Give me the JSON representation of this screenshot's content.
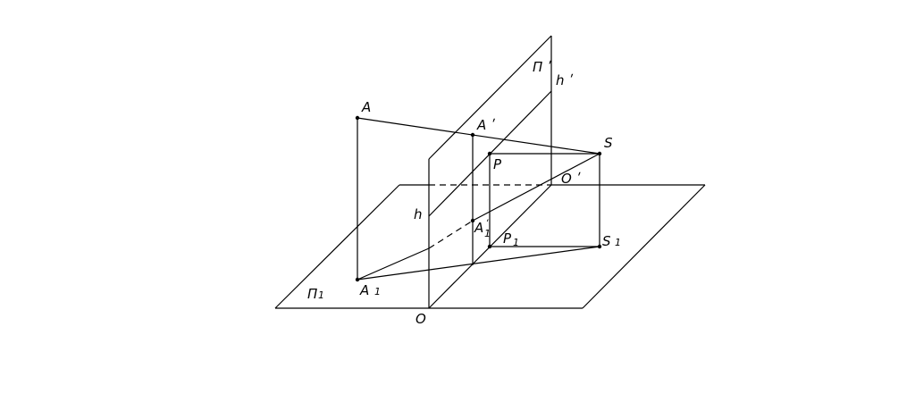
{
  "labels": {
    "A": "A",
    "A_prime": "A ʹ",
    "A1": "A",
    "A1_sub": "1",
    "A1_prime": "A",
    "A1_prime_sub": "1",
    "A1_prime_mark": "ʹ",
    "S": "S",
    "S1": "S",
    "S1_sub": "1",
    "P": "P",
    "P1": "P",
    "P1_sub": "1",
    "h": "h",
    "h_prime": "h ʹ",
    "Pi_prime": "Π ʹ",
    "Pi1": "Π",
    "Pi1_sub": "1",
    "O": "O",
    "O_prime": "O ʹ"
  }
}
